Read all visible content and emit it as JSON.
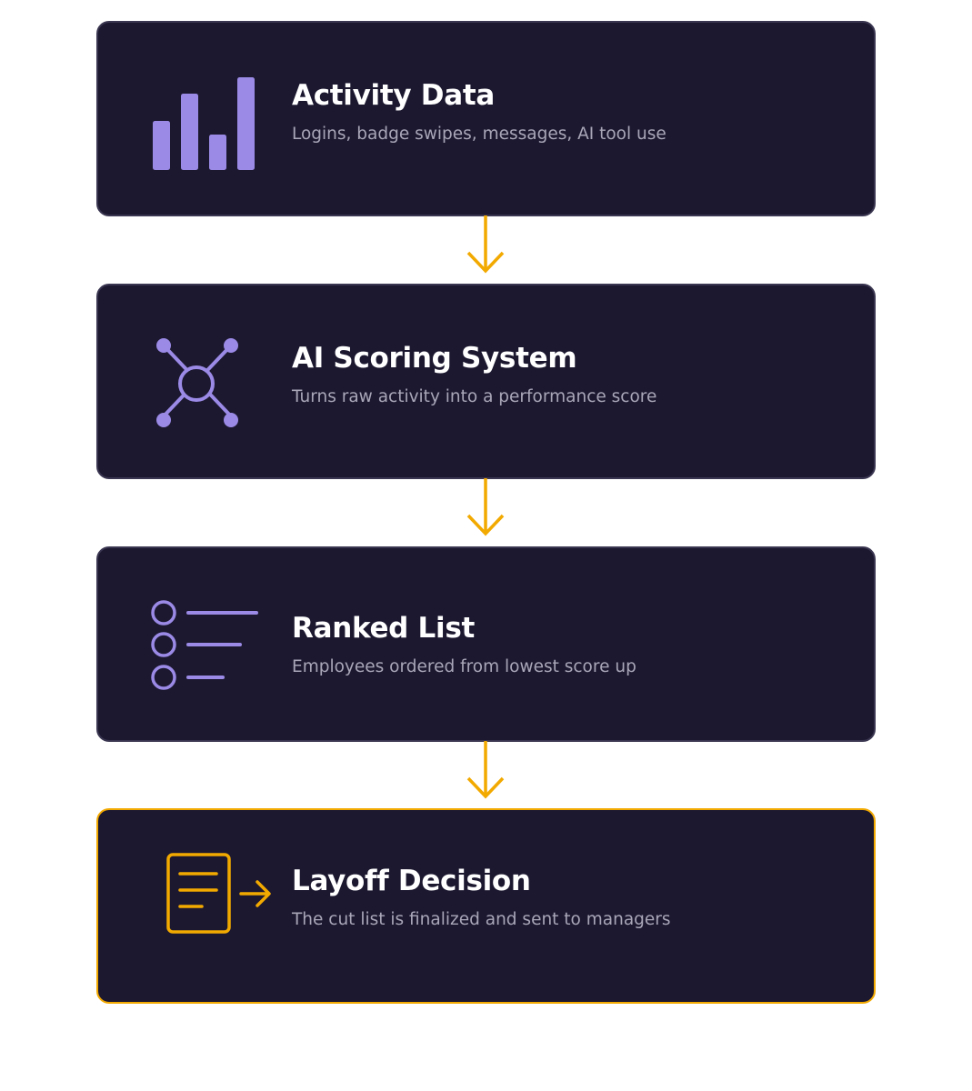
{
  "steps": [
    {
      "title": "Activity Data",
      "description": "Logins, badge swipes, messages, AI tool use",
      "icon": "bar-chart-icon"
    },
    {
      "title": "AI Scoring System",
      "description": "Turns raw activity into a performance score",
      "icon": "network-node-icon"
    },
    {
      "title": "Ranked List",
      "description": "Employees ordered from lowest score up",
      "icon": "ranked-list-icon"
    },
    {
      "title": "Layoff Decision",
      "description": "The cut list is finalized and sent to managers",
      "icon": "document-send-icon"
    }
  ],
  "colors": {
    "card_background": "#1c1830",
    "card_border": "#3a3550",
    "accent_purple": "#9b8ae6",
    "accent_gold": "#f2a900",
    "title_text": "#ffffff",
    "description_text": "#a9a6b8"
  }
}
